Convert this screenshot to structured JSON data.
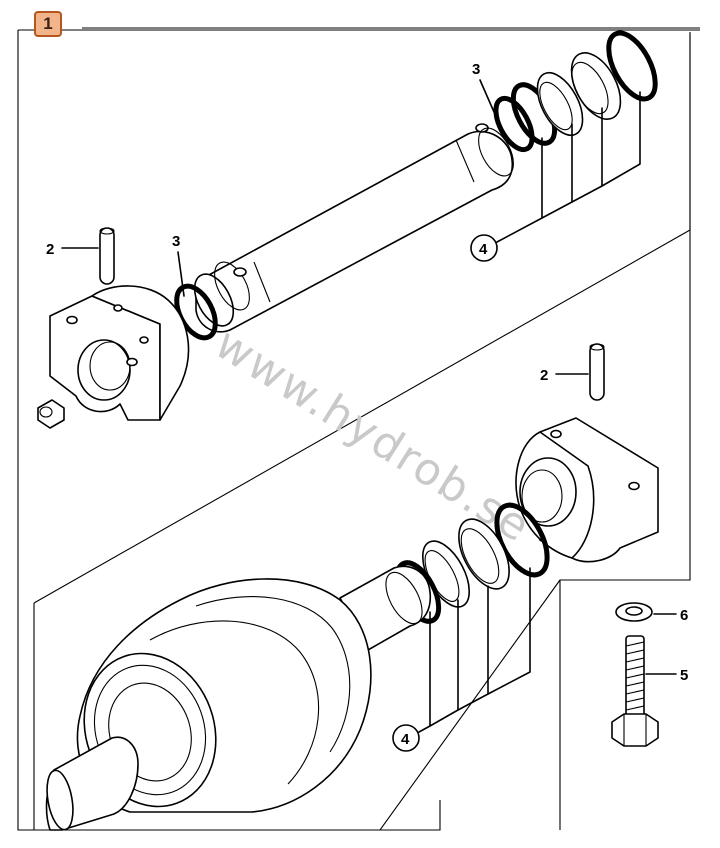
{
  "figure": {
    "badge": "1",
    "watermark": "www.hydrob.se",
    "callouts": {
      "pin_top": "2",
      "ring_top_left": "3",
      "ring_top_right": "3",
      "seals_top": "4",
      "pin_bottom": "2",
      "seals_bottom": "4",
      "bolt": "5",
      "washer": "6"
    },
    "icons": [
      "track-roller-shaft",
      "housing-block",
      "seal-ring",
      "retaining-ring",
      "roll-pin",
      "bolt",
      "washer",
      "plug",
      "track-roller"
    ]
  }
}
